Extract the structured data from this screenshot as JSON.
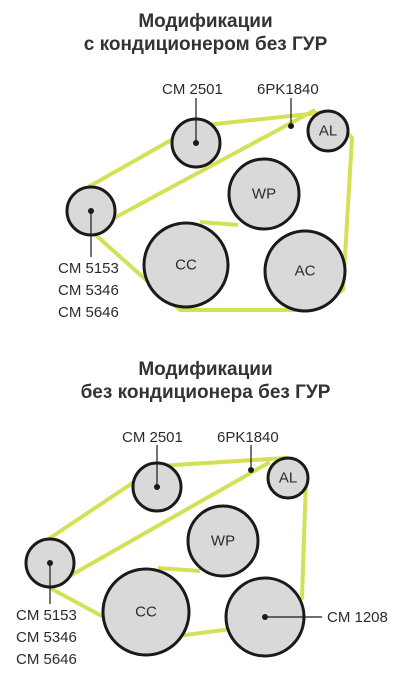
{
  "diagram1": {
    "title_line1": "Модификации",
    "title_line2": "с кондиционером без ГУР",
    "labels": {
      "top_pulley": "CM 2501",
      "belt": "6PK1840",
      "left_pulley": [
        "CM 5153",
        "CM 5346",
        "CM 5646"
      ]
    },
    "pulleys": {
      "al": "AL",
      "wp": "WP",
      "cc": "CC",
      "ac": "AC"
    }
  },
  "diagram2": {
    "title_line1": "Модификации",
    "title_line2": "без кондиционера без ГУР",
    "labels": {
      "top_pulley": "CM 2501",
      "belt": "6PK1840",
      "left_pulley": [
        "CM 5153",
        "CM 5346",
        "CM 5646"
      ],
      "right_pulley": "CM 1208"
    },
    "pulleys": {
      "al": "AL",
      "wp": "WP",
      "cc": "CC"
    }
  },
  "colors": {
    "belt": "#d4e157",
    "pulley_fill": "#d9d9d9",
    "outline": "#1a1a1a"
  }
}
